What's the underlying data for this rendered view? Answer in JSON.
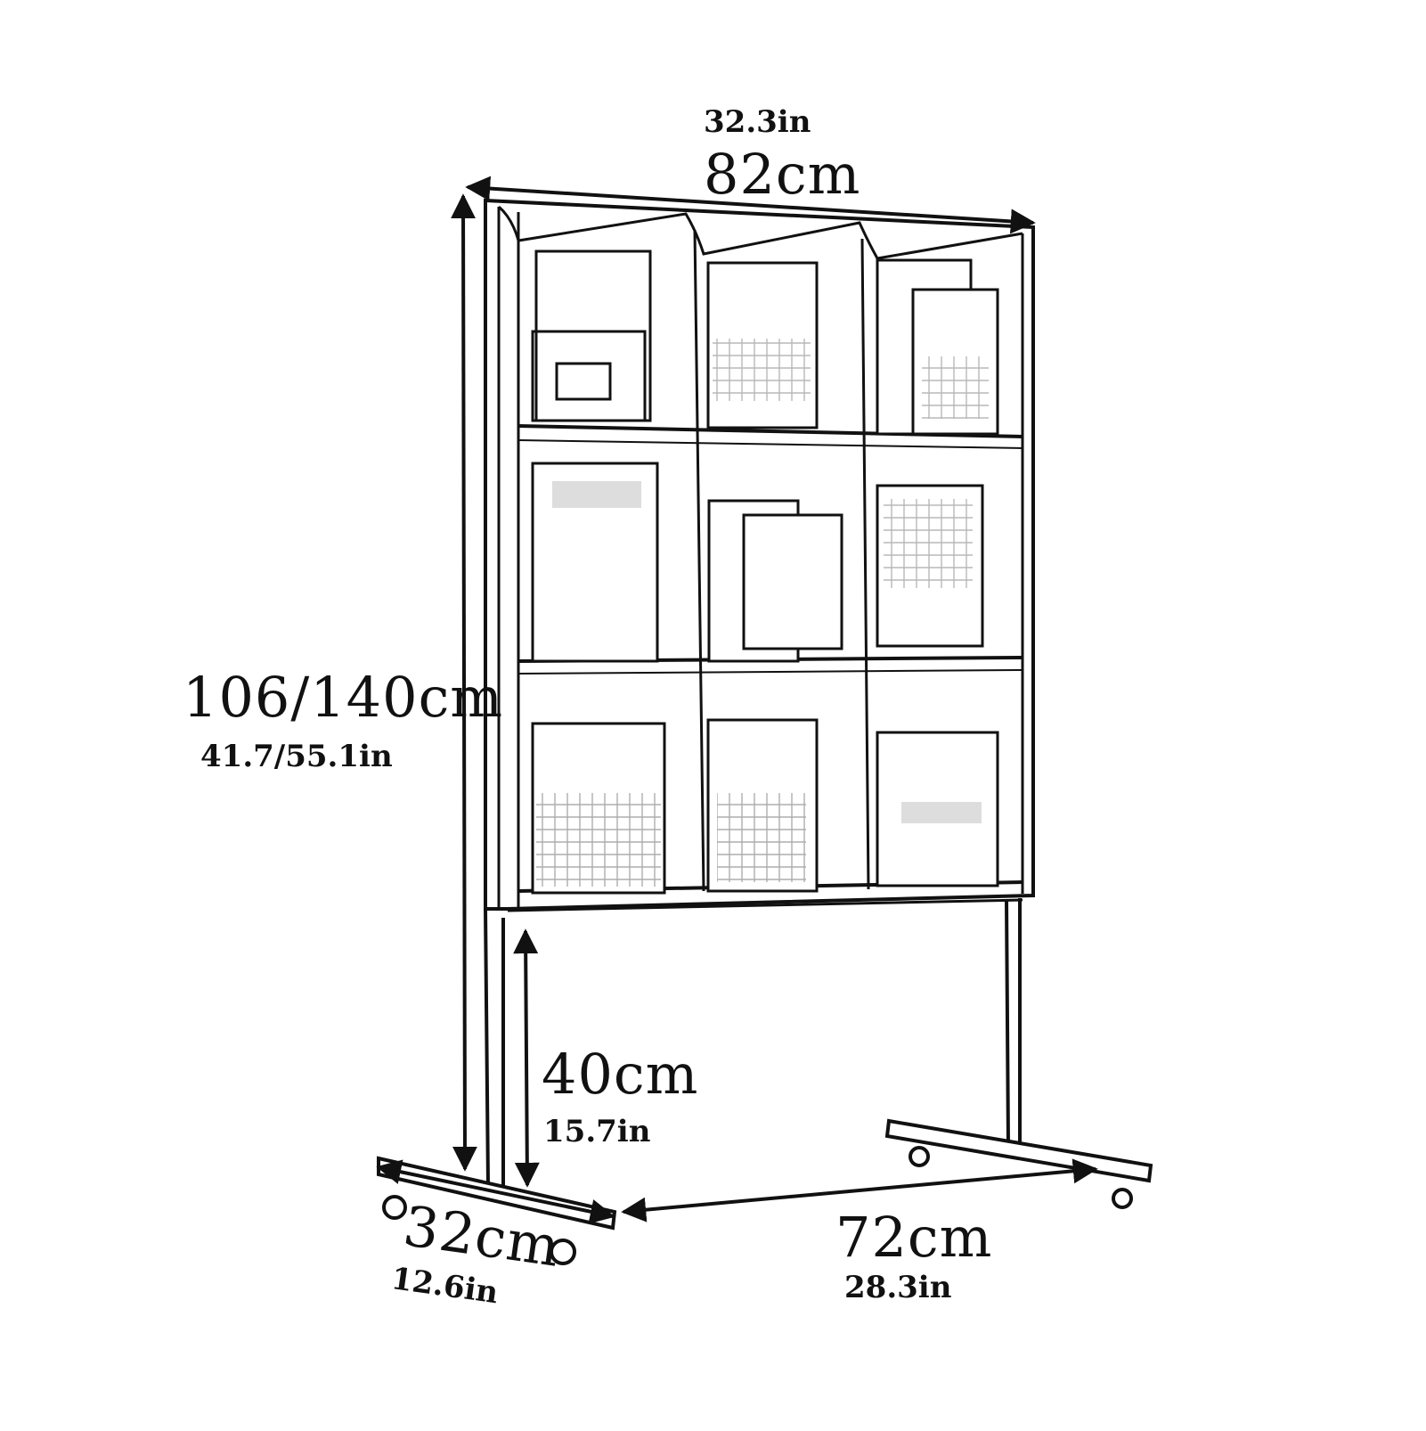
{
  "dimensions": {
    "width": {
      "cm": "82cm",
      "in": "32.3in"
    },
    "height": {
      "cm": "106/140cm",
      "in": "41.7/55.1in"
    },
    "clearance": {
      "cm": "40cm",
      "in": "15.7in"
    },
    "depth": {
      "cm": "32cm",
      "in": "12.6in"
    },
    "base_spacing": {
      "cm": "72cm",
      "in": "28.3in"
    }
  },
  "colors": {
    "line": "#111111",
    "background": "#ffffff"
  },
  "shelf": {
    "rows": 3,
    "columns": 3
  }
}
